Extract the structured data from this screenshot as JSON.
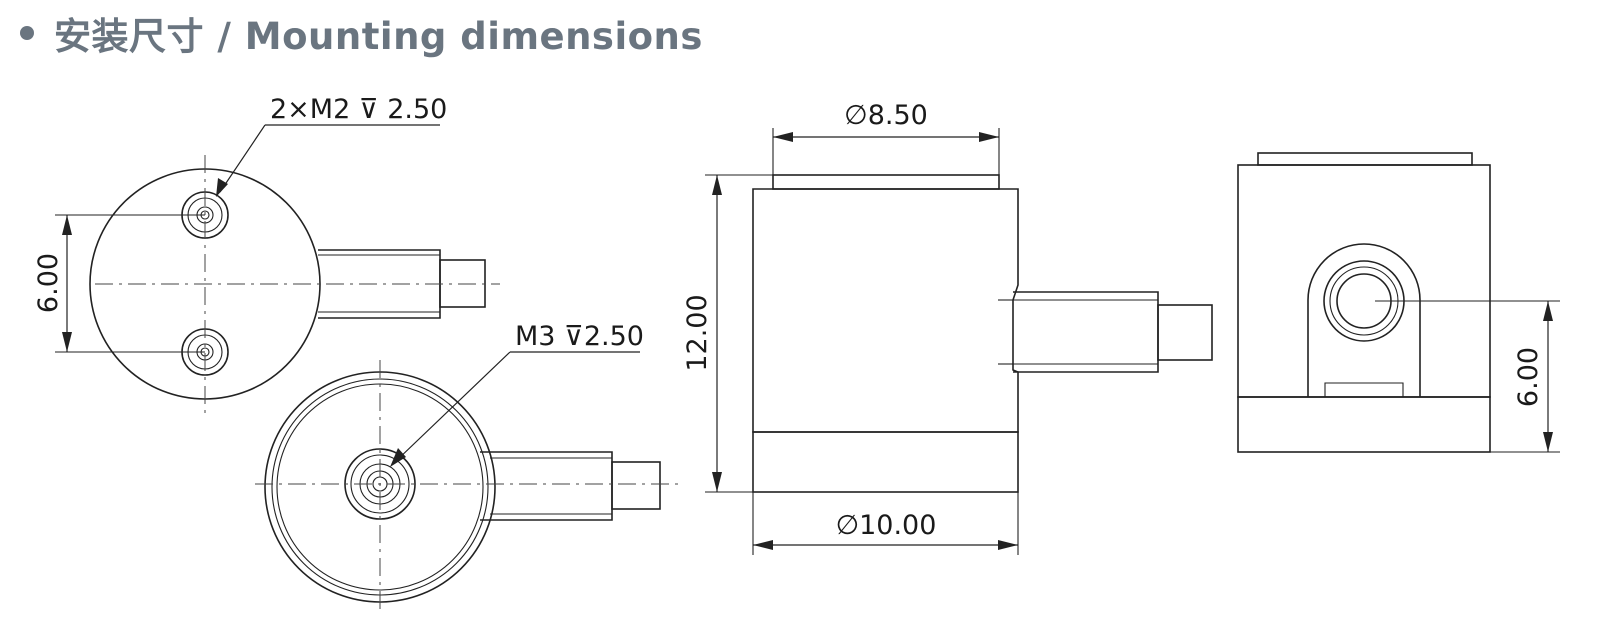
{
  "header": {
    "title": "安装尺寸 / Mounting dimensions",
    "color": "#6a7580"
  },
  "dimensions": {
    "top_thread": "2×M2 ⊽ 2.50",
    "top_spacing": "6.00",
    "bottom_thread": "M3 ⊽2.50",
    "top_diameter": "∅8.50",
    "height": "12.00",
    "base_diameter": "∅10.00",
    "side_height": "6.00"
  }
}
